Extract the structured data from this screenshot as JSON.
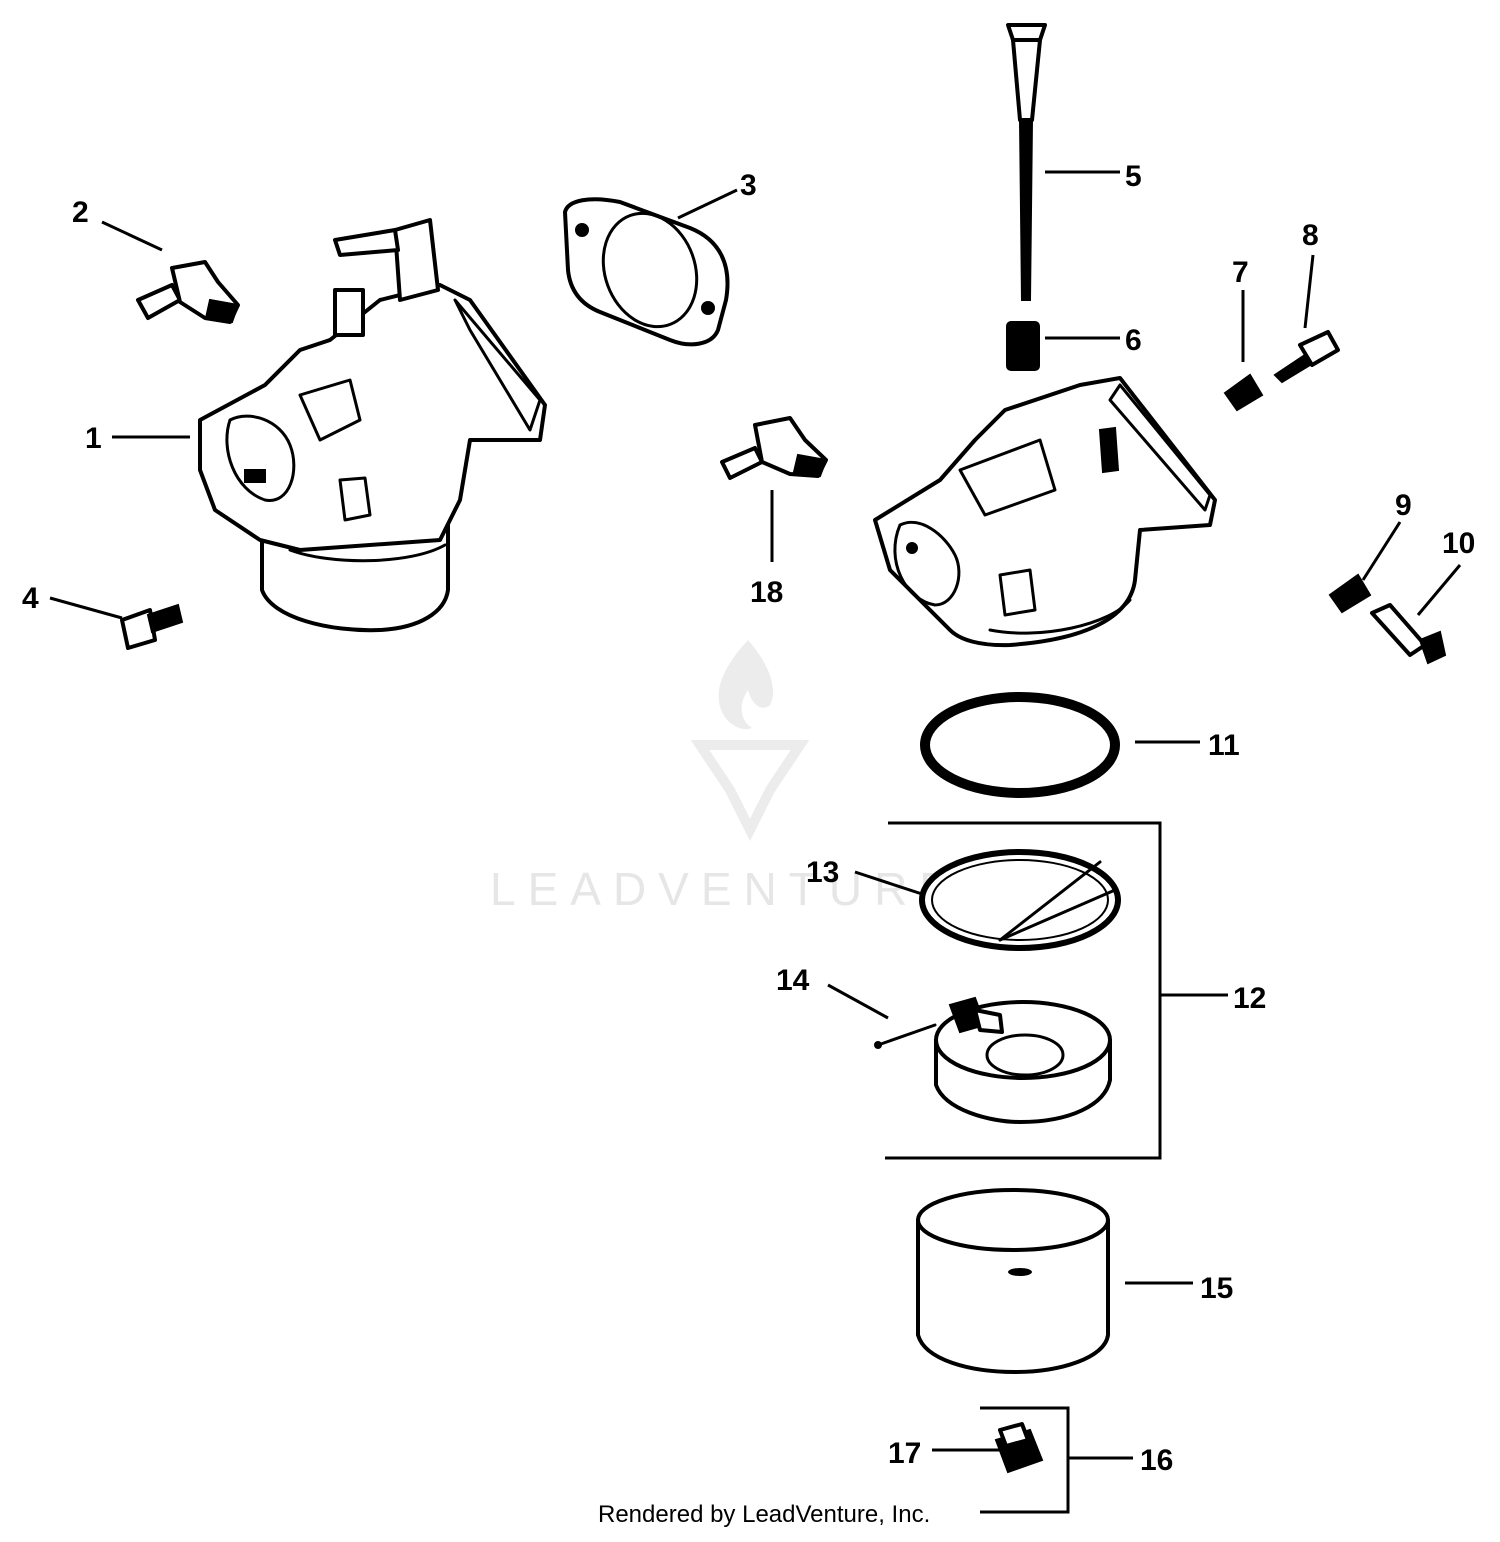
{
  "callouts": {
    "c1": "1",
    "c2": "2",
    "c3": "3",
    "c4": "4",
    "c5": "5",
    "c6": "6",
    "c7": "7",
    "c8": "8",
    "c9": "9",
    "c10": "10",
    "c11": "11",
    "c12": "12",
    "c13": "13",
    "c14": "14",
    "c15": "15",
    "c16": "16",
    "c17": "17",
    "c18": "18"
  },
  "watermark": {
    "text": "LEADVENTURE"
  },
  "footer": {
    "text": "Rendered by LeadVenture, Inc."
  },
  "colors": {
    "line": "#000000",
    "background": "#ffffff",
    "watermark": "#e6e6e6"
  }
}
